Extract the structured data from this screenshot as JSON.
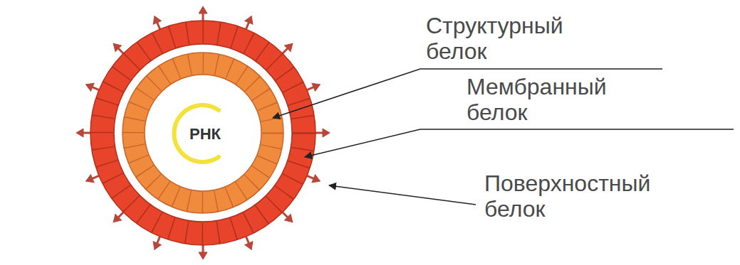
{
  "diagram": {
    "labels": [
      "РНК",
      "Структурный белок",
      "Мембранный белок",
      "Поверхностный белок"
    ]
  }
}
